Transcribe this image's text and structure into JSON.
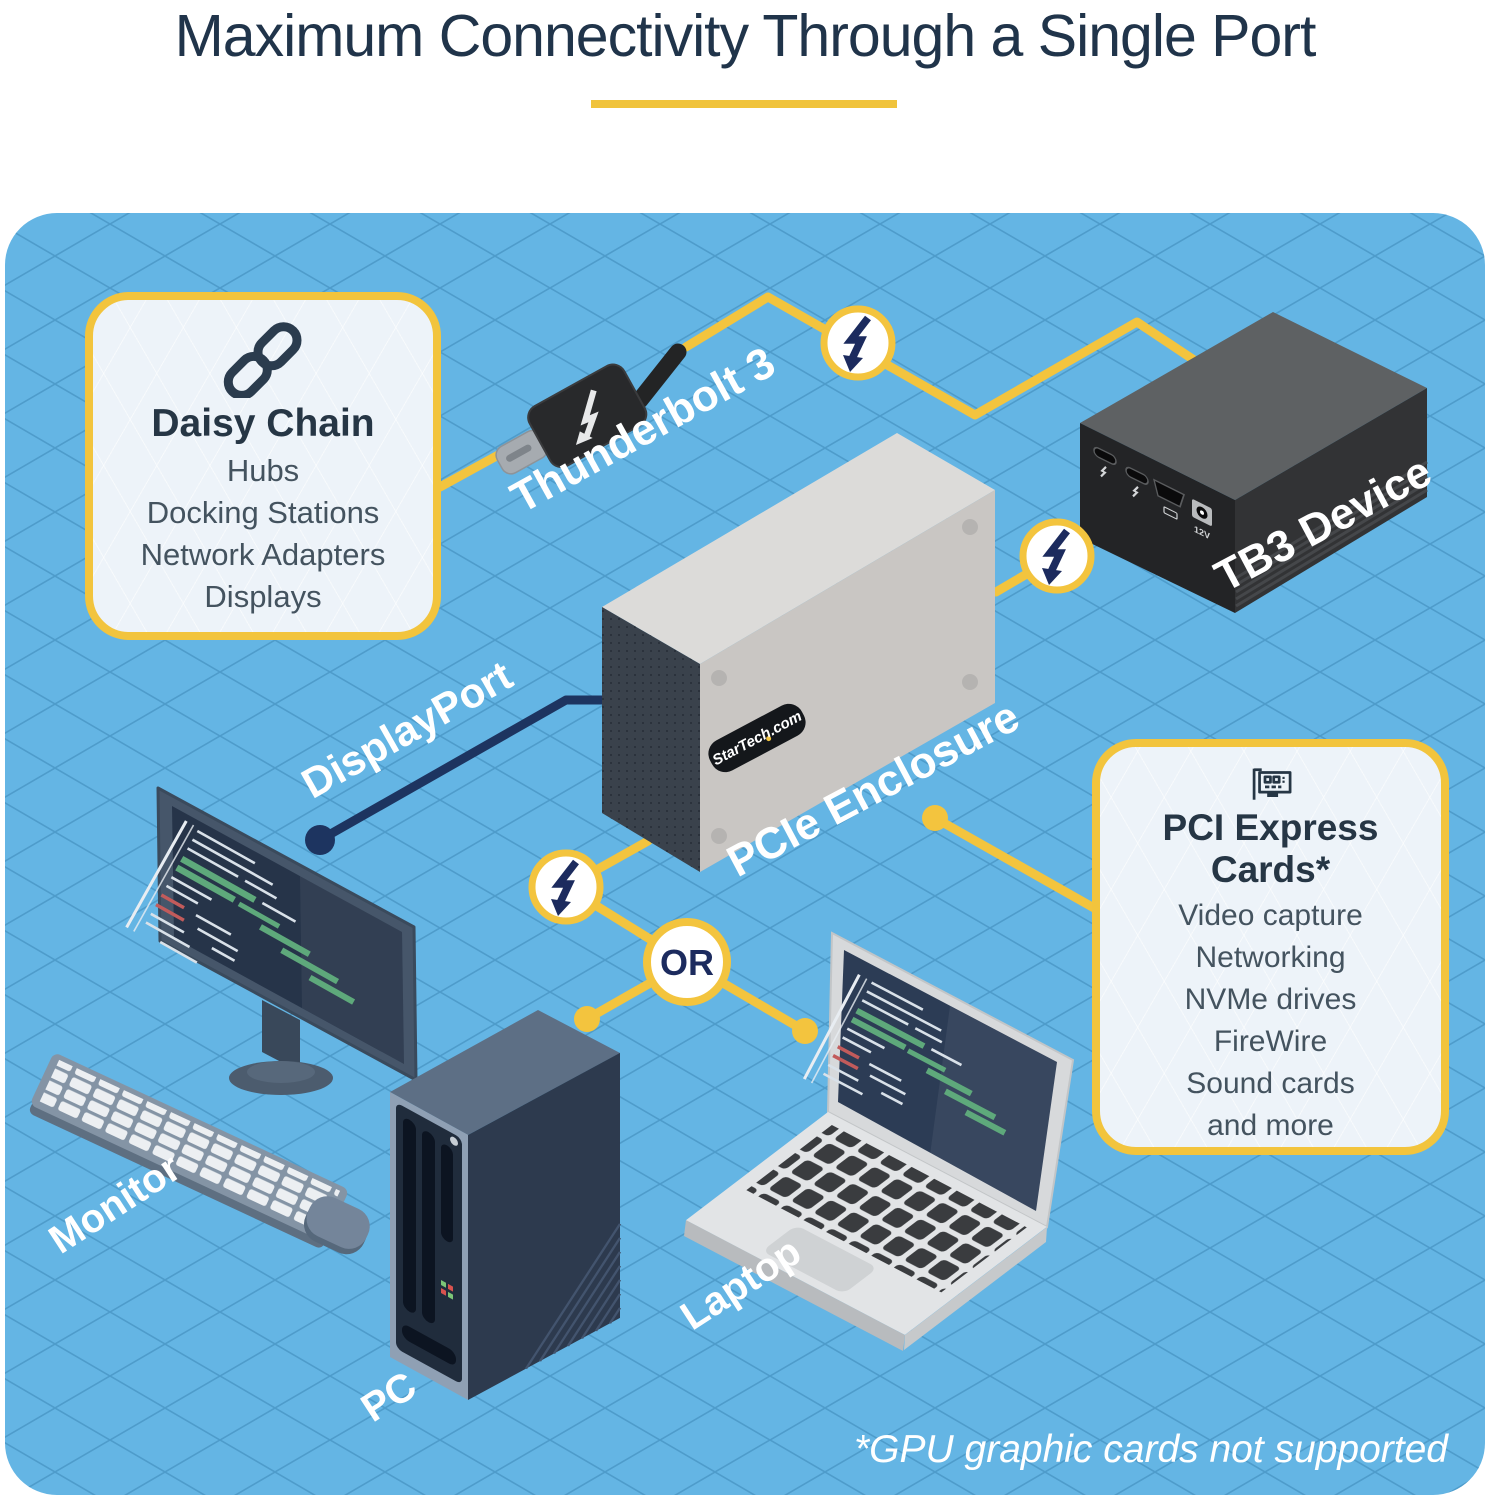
{
  "title": "Maximum Connectivity Through a Single Port",
  "footnote": "*GPU graphic cards not supported",
  "daisy_box": {
    "icon": "chain-link-icon",
    "title": "Daisy Chain",
    "items": [
      "Hubs",
      "Docking Stations",
      "Network Adapters",
      "Displays"
    ]
  },
  "pci_box": {
    "icon": "pci-card-icon",
    "title": "PCI Express Cards*",
    "items": [
      "Video capture",
      "Networking",
      "NVMe drives",
      "FireWire",
      "Sound cards",
      "and more"
    ]
  },
  "labels": {
    "thunderbolt_cable": "Thunderbolt 3",
    "tb3_device": "TB3 Device",
    "pcie_enclosure": "PCIe Enclosure",
    "displayport": "DisplayPort",
    "monitor": "Monitor",
    "pc": "PC",
    "laptop": "Laptop",
    "or_connector": "OR",
    "brand_badge": "StarTech.com",
    "power_port": "12V"
  },
  "icons": [
    "thunderbolt-bolt-icon",
    "chain-link-icon",
    "pci-card-icon",
    "usb-c-port-icon",
    "hdmi-port-icon",
    "power-jack-icon"
  ],
  "colors": {
    "accent_yellow": "#F3C43E",
    "panel_blue": "#64B5E4",
    "grid_line_blue": "#4E9CCB",
    "bolt_navy": "#1C2B5E",
    "title_navy": "#20344A",
    "displayport_navy": "#1D3460"
  }
}
